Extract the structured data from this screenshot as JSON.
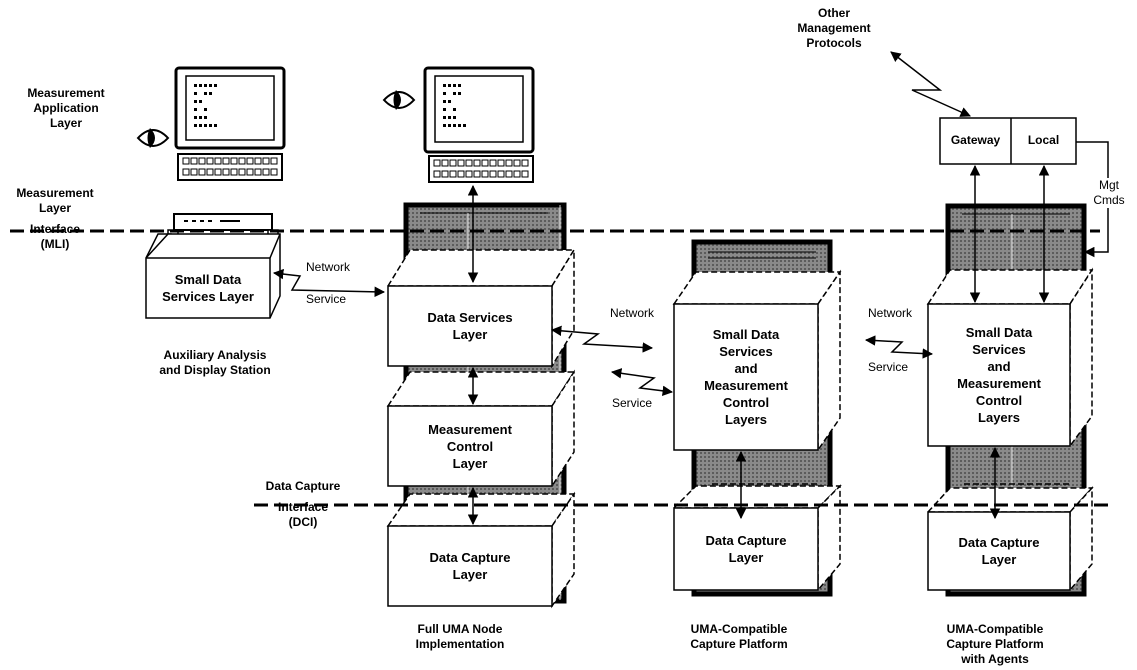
{
  "layers": {
    "measurement_application": [
      "Measurement",
      "Application",
      "Layer"
    ],
    "mli": [
      "Measurement",
      "Layer",
      "Interface",
      "(MLI)"
    ],
    "dci": [
      "Data Capture",
      "Interface",
      "(DCI)"
    ]
  },
  "auxiliary_station": {
    "box": [
      "Small Data",
      "Services Layer"
    ],
    "caption": [
      "Auxiliary Analysis",
      "and Display Station"
    ]
  },
  "network_service_1": [
    "Network",
    "Service"
  ],
  "full_node": {
    "data_services": [
      "Data Services",
      "Layer"
    ],
    "measurement_control": [
      "Measurement",
      "Control",
      "Layer"
    ],
    "data_capture": [
      "Data Capture",
      "Layer"
    ],
    "caption": [
      "Full UMA Node",
      "Implementation"
    ]
  },
  "network_service_2": [
    "Network",
    "Service"
  ],
  "capture_platform": {
    "services": [
      "Small Data",
      "Services",
      "and",
      "Measurement",
      "Control",
      "Layers"
    ],
    "data_capture": [
      "Data Capture",
      "Layer"
    ],
    "caption": [
      "UMA-Compatible",
      "Capture Platform"
    ]
  },
  "network_service_3": [
    "Network",
    "Service"
  ],
  "agent_platform": {
    "services": [
      "Small Data",
      "Services",
      "and",
      "Measurement",
      "Control",
      "Layers"
    ],
    "data_capture": [
      "Data Capture",
      "Layer"
    ],
    "caption": [
      "UMA-Compatible",
      "Capture Platform",
      "with Agents"
    ],
    "gateway": "Gateway",
    "local": "Local",
    "mgt_cmds": [
      "Mgt",
      "Cmds"
    ]
  },
  "other_protocols": [
    "Other",
    "Management",
    "Protocols"
  ]
}
